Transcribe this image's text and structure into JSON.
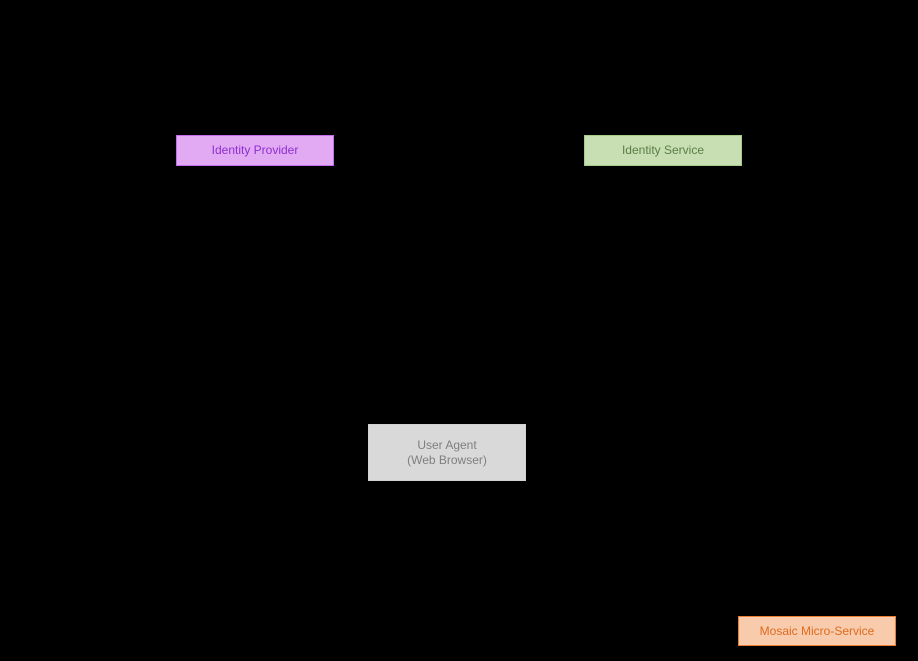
{
  "diagram": {
    "background_color": "#000000",
    "nodes": {
      "identity_provider": {
        "label": "Identity Provider",
        "fill": "#e2aaf2",
        "border": "#c36cf0",
        "text_color": "#8c2fd0"
      },
      "identity_service": {
        "label": "Identity Service",
        "fill": "#c8dfb4",
        "border": "#a6cc8b",
        "text_color": "#5a7d46"
      },
      "user_agent": {
        "label": "User Agent",
        "label_line2": "(Web Browser)",
        "fill": "#d9d9d9",
        "border": "#d2d2d2",
        "text_color": "#7f7f7f"
      },
      "mosaic_micro_service": {
        "label": "Mosaic Micro-Service",
        "fill": "#f8cbad",
        "border": "#ed7d31",
        "text_color": "#dd6b1e"
      }
    }
  }
}
